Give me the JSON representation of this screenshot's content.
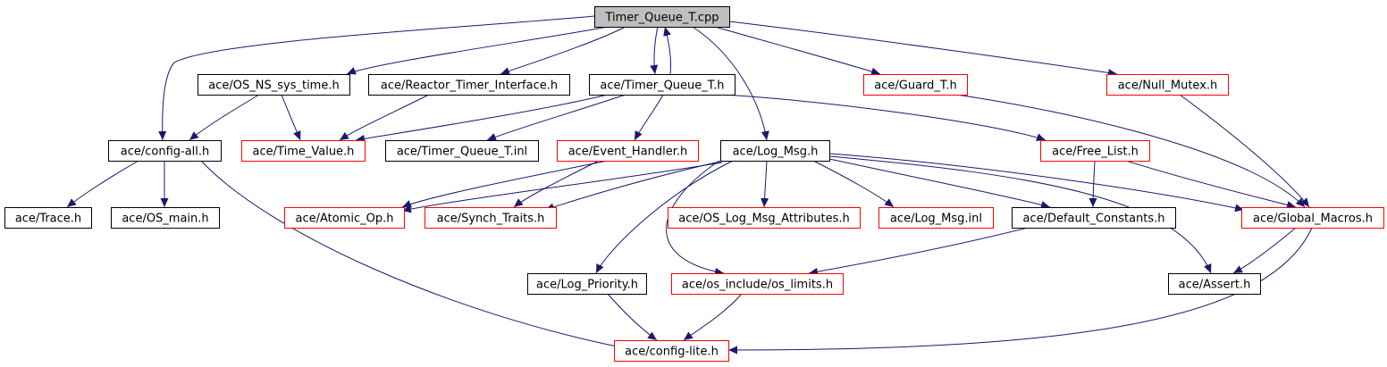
{
  "colors": {
    "edge": "#191970",
    "root_fill": "#bfbfbf",
    "root_border": "#000000",
    "documented_border": "#000000",
    "undocumented_border": "#ff0000",
    "background": "#ffffff"
  },
  "nodes": [
    {
      "id": "timer_queue_t_cpp",
      "label": "Timer_Queue_T.cpp",
      "style": "root"
    },
    {
      "id": "os_ns_sys_time_h",
      "label": "ace/OS_NS_sys_time.h",
      "style": "black"
    },
    {
      "id": "reactor_timer_interface_h",
      "label": "ace/Reactor_Timer_Interface.h",
      "style": "black"
    },
    {
      "id": "timer_queue_t_h",
      "label": "ace/Timer_Queue_T.h",
      "style": "black"
    },
    {
      "id": "guard_t_h",
      "label": "ace/Guard_T.h",
      "style": "red"
    },
    {
      "id": "null_mutex_h",
      "label": "ace/Null_Mutex.h",
      "style": "red"
    },
    {
      "id": "config_all_h",
      "label": "ace/config-all.h",
      "style": "black"
    },
    {
      "id": "time_value_h",
      "label": "ace/Time_Value.h",
      "style": "red"
    },
    {
      "id": "timer_queue_t_inl",
      "label": "ace/Timer_Queue_T.inl",
      "style": "black"
    },
    {
      "id": "event_handler_h",
      "label": "ace/Event_Handler.h",
      "style": "red"
    },
    {
      "id": "log_msg_h",
      "label": "ace/Log_Msg.h",
      "style": "black"
    },
    {
      "id": "free_list_h",
      "label": "ace/Free_List.h",
      "style": "red"
    },
    {
      "id": "trace_h",
      "label": "ace/Trace.h",
      "style": "black"
    },
    {
      "id": "os_main_h",
      "label": "ace/OS_main.h",
      "style": "black"
    },
    {
      "id": "atomic_op_h",
      "label": "ace/Atomic_Op.h",
      "style": "red"
    },
    {
      "id": "synch_traits_h",
      "label": "ace/Synch_Traits.h",
      "style": "red"
    },
    {
      "id": "os_log_msg_attributes_h",
      "label": "ace/OS_Log_Msg_Attributes.h",
      "style": "red"
    },
    {
      "id": "log_msg_inl",
      "label": "ace/Log_Msg.inl",
      "style": "red"
    },
    {
      "id": "default_constants_h",
      "label": "ace/Default_Constants.h",
      "style": "black"
    },
    {
      "id": "global_macros_h",
      "label": "ace/Global_Macros.h",
      "style": "red"
    },
    {
      "id": "log_priority_h",
      "label": "ace/Log_Priority.h",
      "style": "black"
    },
    {
      "id": "os_limits_h",
      "label": "ace/os_include/os_limits.h",
      "style": "red"
    },
    {
      "id": "assert_h",
      "label": "ace/Assert.h",
      "style": "black"
    },
    {
      "id": "config_lite_h",
      "label": "ace/config-lite.h",
      "style": "red"
    }
  ],
  "edges": [
    {
      "from": "timer_queue_t_cpp",
      "to": "config_all_h"
    },
    {
      "from": "timer_queue_t_cpp",
      "to": "os_ns_sys_time_h"
    },
    {
      "from": "timer_queue_t_cpp",
      "to": "reactor_timer_interface_h"
    },
    {
      "from": "timer_queue_t_cpp",
      "to": "timer_queue_t_h"
    },
    {
      "from": "timer_queue_t_h",
      "to": "timer_queue_t_cpp"
    },
    {
      "from": "timer_queue_t_cpp",
      "to": "log_msg_h"
    },
    {
      "from": "timer_queue_t_cpp",
      "to": "guard_t_h"
    },
    {
      "from": "timer_queue_t_cpp",
      "to": "null_mutex_h"
    },
    {
      "from": "os_ns_sys_time_h",
      "to": "config_all_h"
    },
    {
      "from": "os_ns_sys_time_h",
      "to": "time_value_h"
    },
    {
      "from": "reactor_timer_interface_h",
      "to": "time_value_h"
    },
    {
      "from": "timer_queue_t_h",
      "to": "time_value_h"
    },
    {
      "from": "timer_queue_t_h",
      "to": "timer_queue_t_inl"
    },
    {
      "from": "timer_queue_t_h",
      "to": "event_handler_h"
    },
    {
      "from": "timer_queue_t_h",
      "to": "free_list_h"
    },
    {
      "from": "guard_t_h",
      "to": "global_macros_h"
    },
    {
      "from": "null_mutex_h",
      "to": "global_macros_h"
    },
    {
      "from": "config_all_h",
      "to": "trace_h"
    },
    {
      "from": "config_all_h",
      "to": "os_main_h"
    },
    {
      "from": "config_all_h",
      "to": "config_lite_h"
    },
    {
      "from": "event_handler_h",
      "to": "atomic_op_h"
    },
    {
      "from": "event_handler_h",
      "to": "synch_traits_h"
    },
    {
      "from": "log_msg_h",
      "to": "atomic_op_h"
    },
    {
      "from": "log_msg_h",
      "to": "synch_traits_h"
    },
    {
      "from": "log_msg_h",
      "to": "os_log_msg_attributes_h"
    },
    {
      "from": "log_msg_h",
      "to": "log_msg_inl"
    },
    {
      "from": "log_msg_h",
      "to": "default_constants_h"
    },
    {
      "from": "log_msg_h",
      "to": "global_macros_h"
    },
    {
      "from": "log_msg_h",
      "to": "log_priority_h"
    },
    {
      "from": "log_msg_h",
      "to": "os_limits_h"
    },
    {
      "from": "log_msg_h",
      "to": "assert_h"
    },
    {
      "from": "free_list_h",
      "to": "default_constants_h"
    },
    {
      "from": "free_list_h",
      "to": "global_macros_h"
    },
    {
      "from": "default_constants_h",
      "to": "os_limits_h"
    },
    {
      "from": "global_macros_h",
      "to": "assert_h"
    },
    {
      "from": "global_macros_h",
      "to": "config_lite_h"
    },
    {
      "from": "log_priority_h",
      "to": "config_lite_h"
    },
    {
      "from": "os_limits_h",
      "to": "config_lite_h"
    }
  ]
}
